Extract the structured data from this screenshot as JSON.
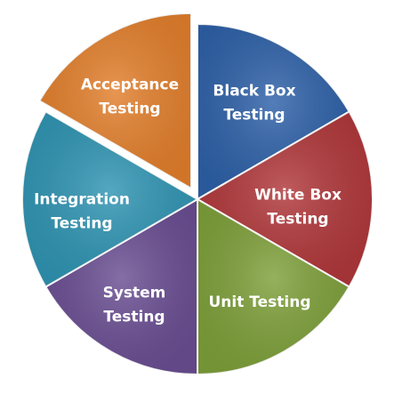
{
  "diagram": {
    "segments": [
      {
        "id": "black-box",
        "label_lines": [
          "Black Box",
          "Testing"
        ],
        "color": "#2e61a8",
        "exploded": false
      },
      {
        "id": "white-box",
        "label_lines": [
          "White Box",
          "Testing"
        ],
        "color": "#b0373a",
        "exploded": false
      },
      {
        "id": "unit",
        "label_lines": [
          "Unit Testing"
        ],
        "color": "#7ea03a",
        "exploded": false
      },
      {
        "id": "system",
        "label_lines": [
          "System",
          "Testing"
        ],
        "color": "#6a4e92",
        "exploded": false
      },
      {
        "id": "integration",
        "label_lines": [
          "Integration",
          "Testing"
        ],
        "color": "#2f94b2",
        "exploded": false
      },
      {
        "id": "acceptance",
        "label_lines": [
          "Acceptance",
          "Testing"
        ],
        "color": "#e27f2c",
        "exploded": true
      }
    ]
  }
}
